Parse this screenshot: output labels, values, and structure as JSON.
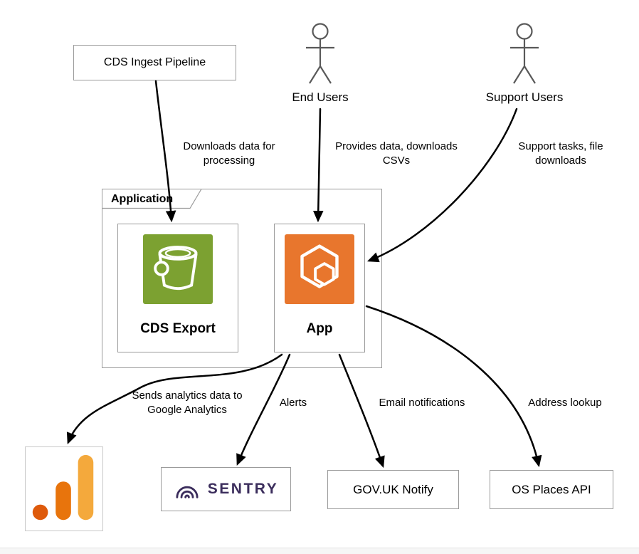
{
  "diagram": {
    "nodes": {
      "cds_ingest_pipeline": {
        "label": "CDS Ingest Pipeline"
      },
      "end_users": {
        "label": "End Users"
      },
      "support_users": {
        "label": "Support Users"
      },
      "application": {
        "label": "Application"
      },
      "cds_export": {
        "label": "CDS Export",
        "icon": "aws-s3-bucket-icon",
        "icon_color": "#7CA131"
      },
      "app": {
        "label": "App",
        "icon": "aws-ecs-icon",
        "icon_color": "#E8762D"
      },
      "google_analytics": {
        "icon": "google-analytics-icon"
      },
      "sentry": {
        "label": "SENTRY",
        "icon": "sentry-logo-icon",
        "brand_color": "#3B2D5C"
      },
      "govuk_notify": {
        "label": "GOV.UK Notify"
      },
      "os_places_api": {
        "label": "OS Places API"
      }
    },
    "edges": {
      "ingest_to_export": {
        "label": "Downloads data for processing"
      },
      "endusers_to_app": {
        "label": "Provides data, downloads CSVs"
      },
      "support_to_app": {
        "label": "Support tasks, file downloads"
      },
      "app_to_ga": {
        "label": "Sends analytics data to Google Analytics"
      },
      "app_to_sentry": {
        "label": "Alerts"
      },
      "app_to_notify": {
        "label": "Email notifications"
      },
      "app_to_osplaces": {
        "label": "Address lookup"
      }
    },
    "colors": {
      "s3_green": "#7CA131",
      "ecs_orange": "#E8762D",
      "sentry_purple": "#3B2D5C",
      "ga_amber": "#F4A93C",
      "ga_orange": "#E8740C",
      "ga_deep_orange": "#DE5A0B",
      "arrow": "#000000",
      "box_border": "#9b9b9b"
    }
  }
}
